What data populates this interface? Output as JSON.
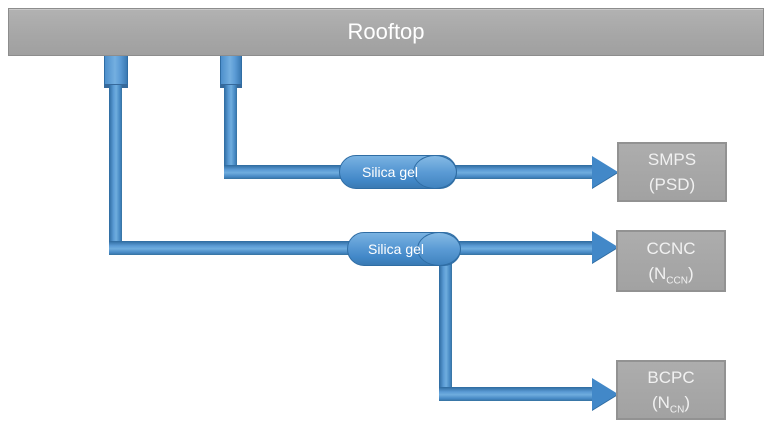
{
  "diagram": {
    "source": {
      "label": "Rooftop"
    },
    "dryers": [
      {
        "label": "Silica gel"
      },
      {
        "label": "Silica gel"
      }
    ],
    "instruments": [
      {
        "line1": "SMPS",
        "line2_pre": "(PSD)",
        "line2_sub": "",
        "line2_post": ""
      },
      {
        "line1": "CCNC",
        "line2_pre": "(N",
        "line2_sub": "CCN",
        "line2_post": ")"
      },
      {
        "line1": "BCPC",
        "line2_pre": "(N",
        "line2_sub": "CN",
        "line2_post": ")"
      }
    ],
    "colors": {
      "box_gray": "#a6a6a6",
      "box_border_gray": "#929292",
      "pipe_blue": "#5b9bd5",
      "pipe_blue_dark": "#2f6da4",
      "text_white": "#ffffff"
    }
  }
}
